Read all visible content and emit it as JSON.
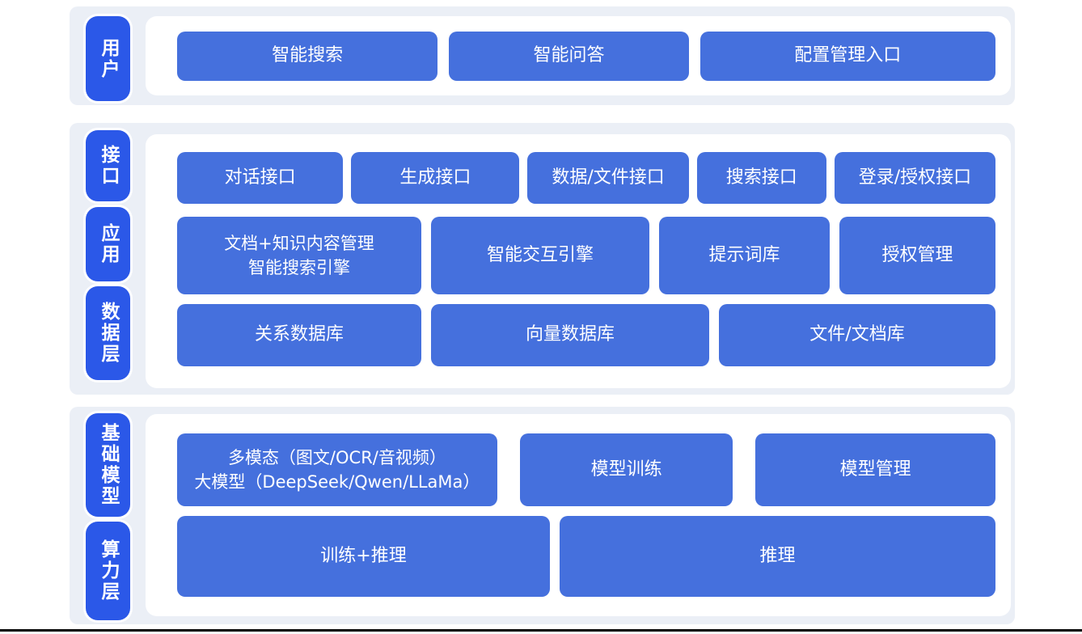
{
  "colors": {
    "section_bg": "#ebeff6",
    "panel_bg": "#ffffff",
    "pill_blue": "#2b58e8",
    "box_blue": "#4570dd",
    "box_text": "#ffffff",
    "bottom_bar": "#000000"
  },
  "sections": [
    {
      "name": "user-layer",
      "labels": [
        "用户"
      ],
      "rows": [
        {
          "boxes": [
            "智能搜索",
            "智能问答",
            "配置管理入口"
          ]
        }
      ]
    },
    {
      "name": "interface-application-data-layers",
      "labels": [
        "接口",
        "应用",
        "数据层"
      ],
      "rows": [
        {
          "boxes": [
            "对话接口",
            "生成接口",
            "数据/文件接口",
            "搜索接口",
            "登录/授权接口"
          ]
        },
        {
          "boxes": [
            "文档+知识内容管理\n智能搜索引擎",
            "智能交互引擎",
            "提示词库",
            "授权管理"
          ]
        },
        {
          "boxes": [
            "关系数据库",
            "向量数据库",
            "文件/文档库"
          ]
        }
      ]
    },
    {
      "name": "foundation-compute-layers",
      "labels": [
        "基础模型",
        "算力层"
      ],
      "rows": [
        {
          "boxes": [
            "多模态（图文/OCR/音视频）\n大模型（DeepSeek/Qwen/LLaMa）",
            "模型训练",
            "模型管理"
          ]
        },
        {
          "boxes": [
            "训练+推理",
            "推理"
          ]
        }
      ]
    }
  ]
}
